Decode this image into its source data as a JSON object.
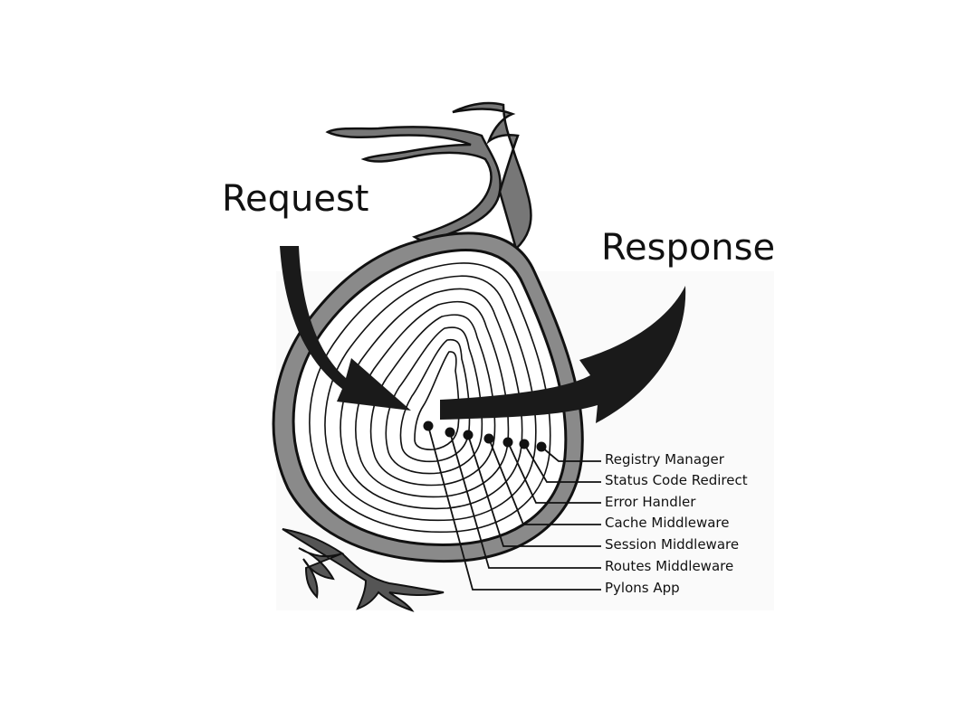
{
  "diagram": {
    "request_label": "Request",
    "response_label": "Response",
    "layers": [
      "Registry Manager",
      "Status Code Redirect",
      "Error Handler",
      "Cache Middleware",
      "Session Middleware",
      "Routes Middleware",
      "Pylons App"
    ]
  }
}
